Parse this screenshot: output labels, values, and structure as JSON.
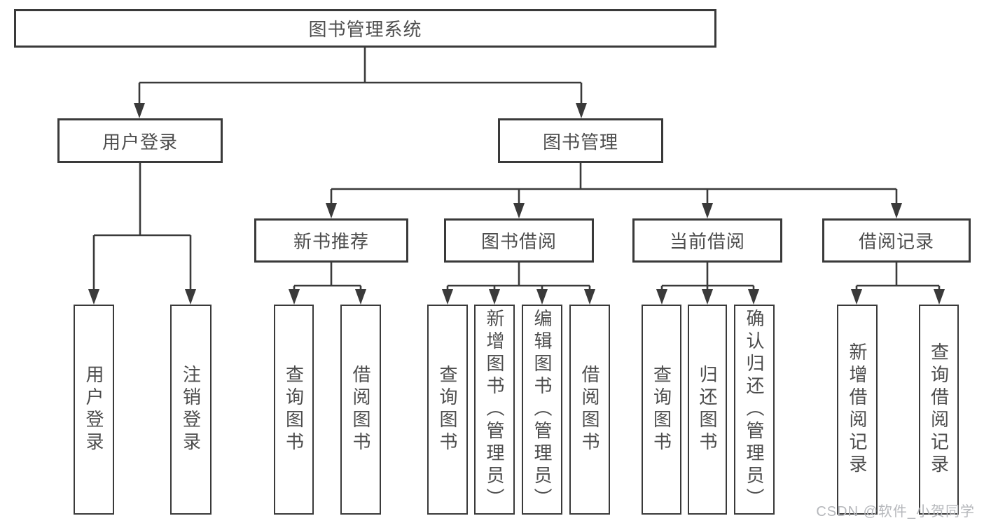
{
  "tree": {
    "label": "图书管理系统",
    "children": [
      {
        "label": "用户登录",
        "children": [
          {
            "label": "用户登录"
          },
          {
            "label": "注销登录"
          }
        ]
      },
      {
        "label": "图书管理",
        "children": [
          {
            "label": "新书推荐",
            "children": [
              {
                "label": "查询图书"
              },
              {
                "label": "借阅图书"
              }
            ]
          },
          {
            "label": "图书借阅",
            "children": [
              {
                "label": "查询图书"
              },
              {
                "label": "新增图书（管理员）"
              },
              {
                "label": "编辑图书（管理员）"
              },
              {
                "label": "借阅图书"
              }
            ]
          },
          {
            "label": "当前借阅",
            "children": [
              {
                "label": "查询图书"
              },
              {
                "label": "归还图书"
              },
              {
                "label": "确认归还（管理员）"
              }
            ]
          },
          {
            "label": "借阅记录",
            "children": [
              {
                "label": "新增借阅记录"
              },
              {
                "label": "查询借阅记录"
              }
            ]
          }
        ]
      }
    ]
  },
  "watermark": {
    "text": "CSDN @软件_小贺同学"
  },
  "colors": {
    "line-color": "#3a3a3a",
    "border-color": "#3a3a3a",
    "text-color": "#4d4d4d",
    "watermark-color": "#b5b7bb",
    "background-color": "#ffffff"
  }
}
